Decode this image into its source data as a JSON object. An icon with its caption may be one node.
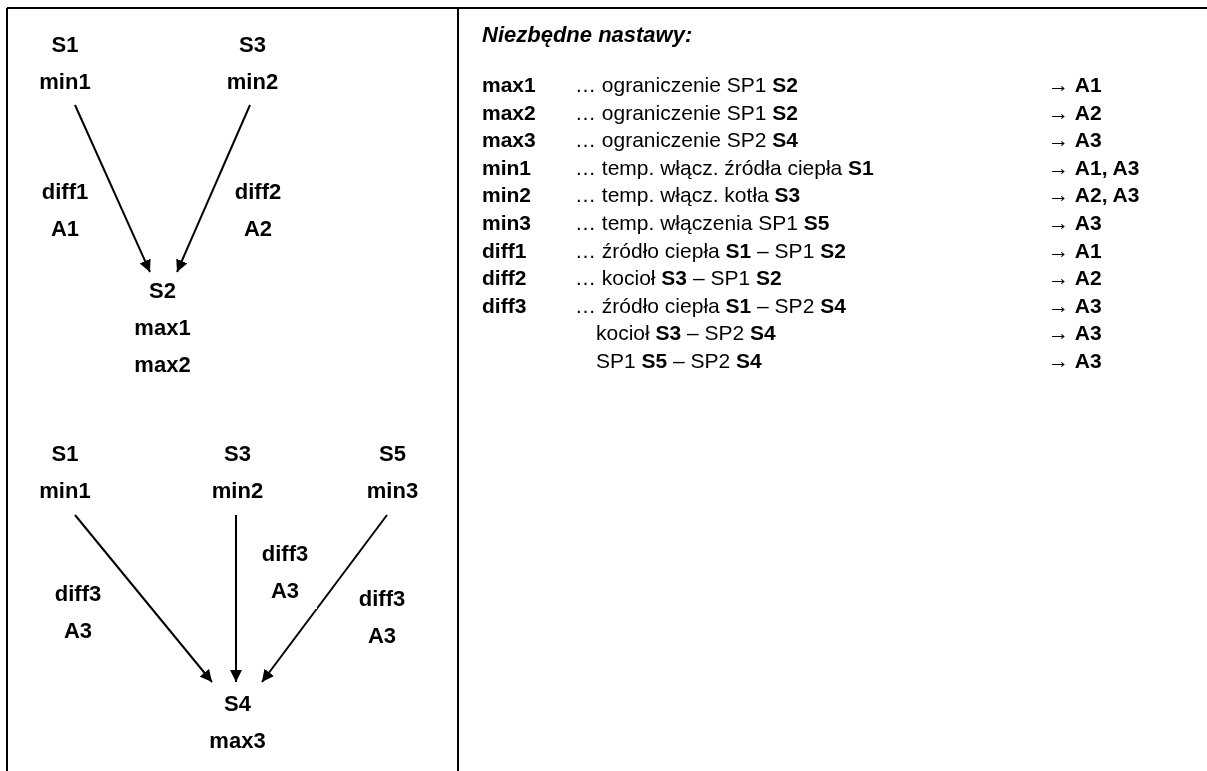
{
  "diagram": {
    "title": "Niezbędne nastawy:",
    "nodes": [
      {
        "text": [
          "S1",
          "min1"
        ]
      },
      {
        "text": [
          "S3",
          "min2"
        ]
      },
      {
        "text": [
          "S2",
          "max1",
          "max2"
        ]
      },
      {
        "text": [
          "S1",
          "min1"
        ]
      },
      {
        "text": [
          "S3",
          "min2"
        ]
      },
      {
        "text": [
          "S5",
          "min3"
        ]
      },
      {
        "text": [
          "S4",
          "max3"
        ]
      }
    ],
    "edges": [
      {
        "from": 0,
        "to": 2,
        "arrow": "to",
        "label": "diff1 A1"
      },
      {
        "from": 1,
        "to": 2,
        "arrow": "to",
        "label": "diff2 A2"
      },
      {
        "from": 3,
        "to": 6,
        "arrow": "to",
        "label": "diff3 A3"
      },
      {
        "from": 4,
        "to": 6,
        "arrow": "to",
        "label": "diff3 A3"
      },
      {
        "from": 5,
        "to": 6,
        "arrow": "to",
        "label": "diff3 A3"
      }
    ],
    "labels": [
      "max1",
      "… ograniczenie SP1 **S2**",
      "→ **A1**",
      "max2",
      "… ograniczenie SP1 **S2**",
      "→ **A2**",
      "max3",
      "… ograniczenie SP2 **S4**",
      "→ **A3**",
      "min1",
      "… temp. włącz. źródła ciepła **S1**",
      "→ **A1, A3**",
      "min2",
      "… temp. włącz. kotła **S3**",
      "→ **A2, A3**",
      "min3",
      "… temp. włączenia SP1 **S5**",
      "→ **A3**",
      "diff1",
      "… źródło ciepła **S1** – SP1 **S2**",
      "→ **A1**",
      "diff2",
      "… kocioł **S3** – SP1 **S2**",
      "→ **A2**",
      "diff3",
      "… źródło ciepła **S1** – SP2 **S4**",
      "→ **A3**",
      "kocioł **S3** – SP2 **S4**",
      "→ **A3**",
      "SP1 **S5** – SP2 **S4**",
      "→ **A3**"
    ]
  }
}
